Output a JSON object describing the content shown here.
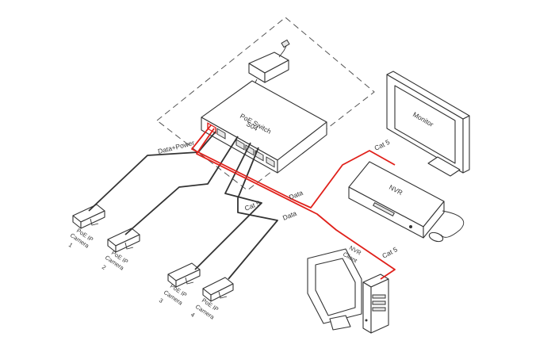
{
  "colors": {
    "data_cable": "#e0201a",
    "poe_cable": "#333333",
    "outline": "#333333",
    "dash": "#555555"
  },
  "devices": {
    "switch": {
      "line1": "PoE Switch",
      "line2": "S04"
    },
    "monitor": "Monitor",
    "nvr": "NVR",
    "nvr_client": {
      "line1": "NVR",
      "line2": "Client"
    },
    "cameras": [
      {
        "line1": "PoE IP",
        "line2": "Camera",
        "number": "1"
      },
      {
        "line1": "PoE IP",
        "line2": "Camera",
        "number": "2"
      },
      {
        "line1": "PoE IP",
        "line2": "Camera",
        "number": "3"
      },
      {
        "line1": "PoE IP",
        "line2": "Camera",
        "number": "4"
      }
    ]
  },
  "cable_labels": {
    "data_power": "Data+Power",
    "cat5_cameras": "Cat 5",
    "cat5_nvr": "Cat 5",
    "cat5_client": "Cat 5",
    "data_nvr": "Data",
    "data_client": "Data"
  }
}
